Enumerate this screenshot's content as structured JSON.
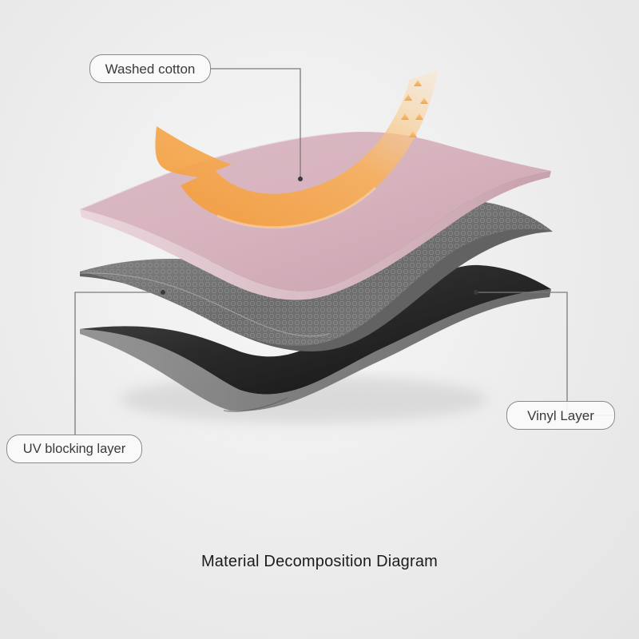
{
  "layers": [
    {
      "label": "Washed cotton",
      "color": "#d8b7c2"
    },
    {
      "label": "UV blocking layer",
      "color": "#747474"
    },
    {
      "label": "Vinyl Layer",
      "color": "#2b2b2b"
    }
  ],
  "arrow_color": "#f5a648",
  "caption": "Material Decomposition Diagram"
}
